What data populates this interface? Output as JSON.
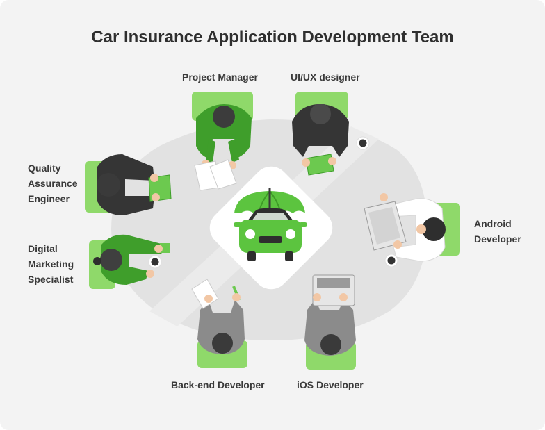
{
  "title": "Car Insurance Application Development Team",
  "roles": {
    "project_manager": "Project Manager",
    "ux_designer": "UI/UX designer",
    "qa_line1": "Quality",
    "qa_line2": "Assurance",
    "qa_line3": "Engineer",
    "dm_line1": "Digital",
    "dm_line2": "Marketing",
    "dm_line3": "Specialist",
    "android_line1": "Android",
    "android_line2": "Developer",
    "backend": "Back-end Developer",
    "ios": "iOS Developer"
  },
  "colors": {
    "background": "#f3f3f3",
    "table": "#e2e2e2",
    "accent_green": "#5cc43f",
    "chair_green": "#8fd96a",
    "dark_suit": "#333333",
    "text": "#2f2f2f"
  }
}
